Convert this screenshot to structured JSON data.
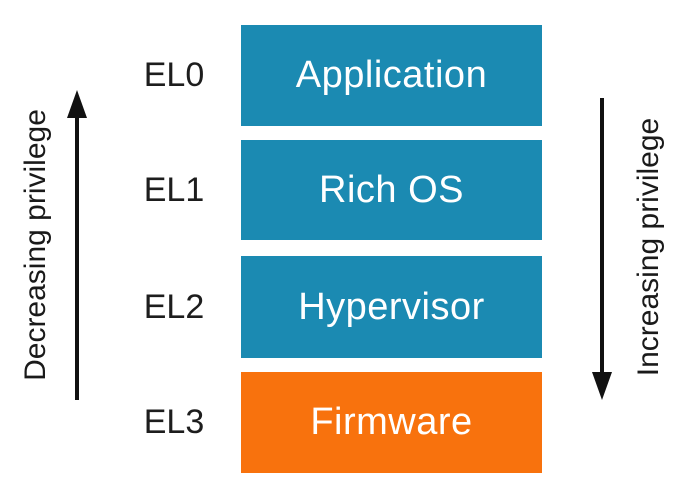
{
  "diagram": {
    "left_axis": {
      "label": "Decreasing privilege",
      "arrow_direction": "up"
    },
    "right_axis": {
      "label": "Increasing privilege",
      "arrow_direction": "down"
    },
    "levels": [
      {
        "el": "EL0",
        "component": "Application",
        "color": "#1b8ab2"
      },
      {
        "el": "EL1",
        "component": "Rich OS",
        "color": "#1b8ab2"
      },
      {
        "el": "EL2",
        "component": "Hypervisor",
        "color": "#1b8ab2"
      },
      {
        "el": "EL3",
        "component": "Firmware",
        "color": "#f8720d"
      }
    ],
    "colors": {
      "blue": "#1b8ab2",
      "orange": "#f8720d",
      "box_text": "#ffffff",
      "annotation_text": "#1a1a1a",
      "arrow": "#111111",
      "background": "#ffffff"
    }
  }
}
